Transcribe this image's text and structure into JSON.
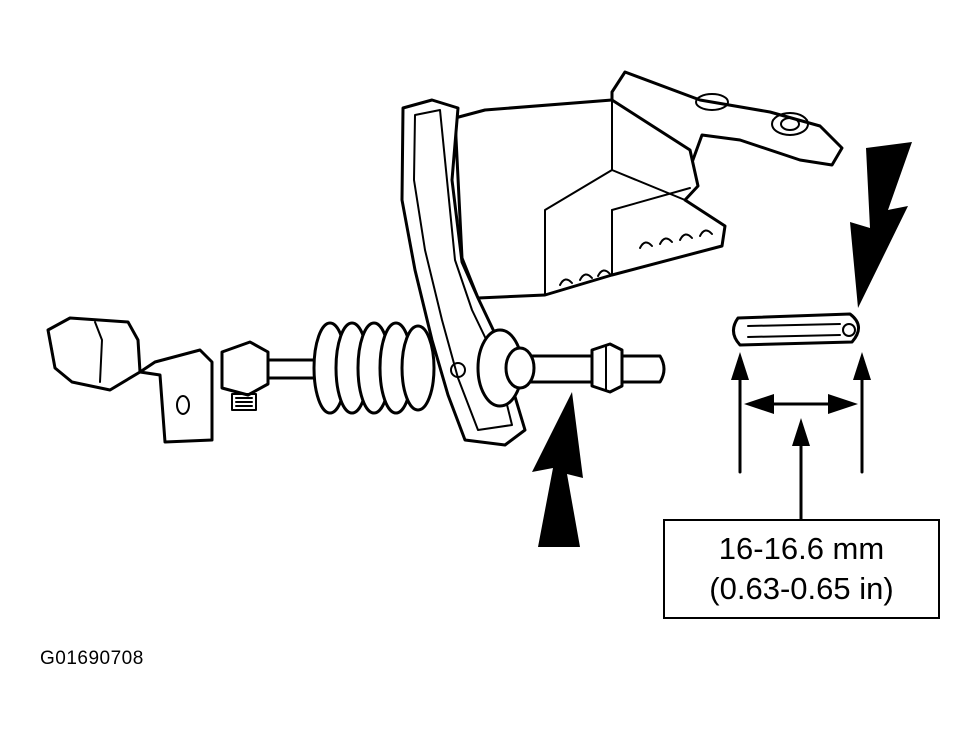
{
  "dimension": {
    "metric": "16-16.6 mm",
    "imperial": "(0.63-0.65 in)"
  },
  "reference_code": "G01690708",
  "colors": {
    "ink": "#000000",
    "paper": "#ffffff"
  }
}
